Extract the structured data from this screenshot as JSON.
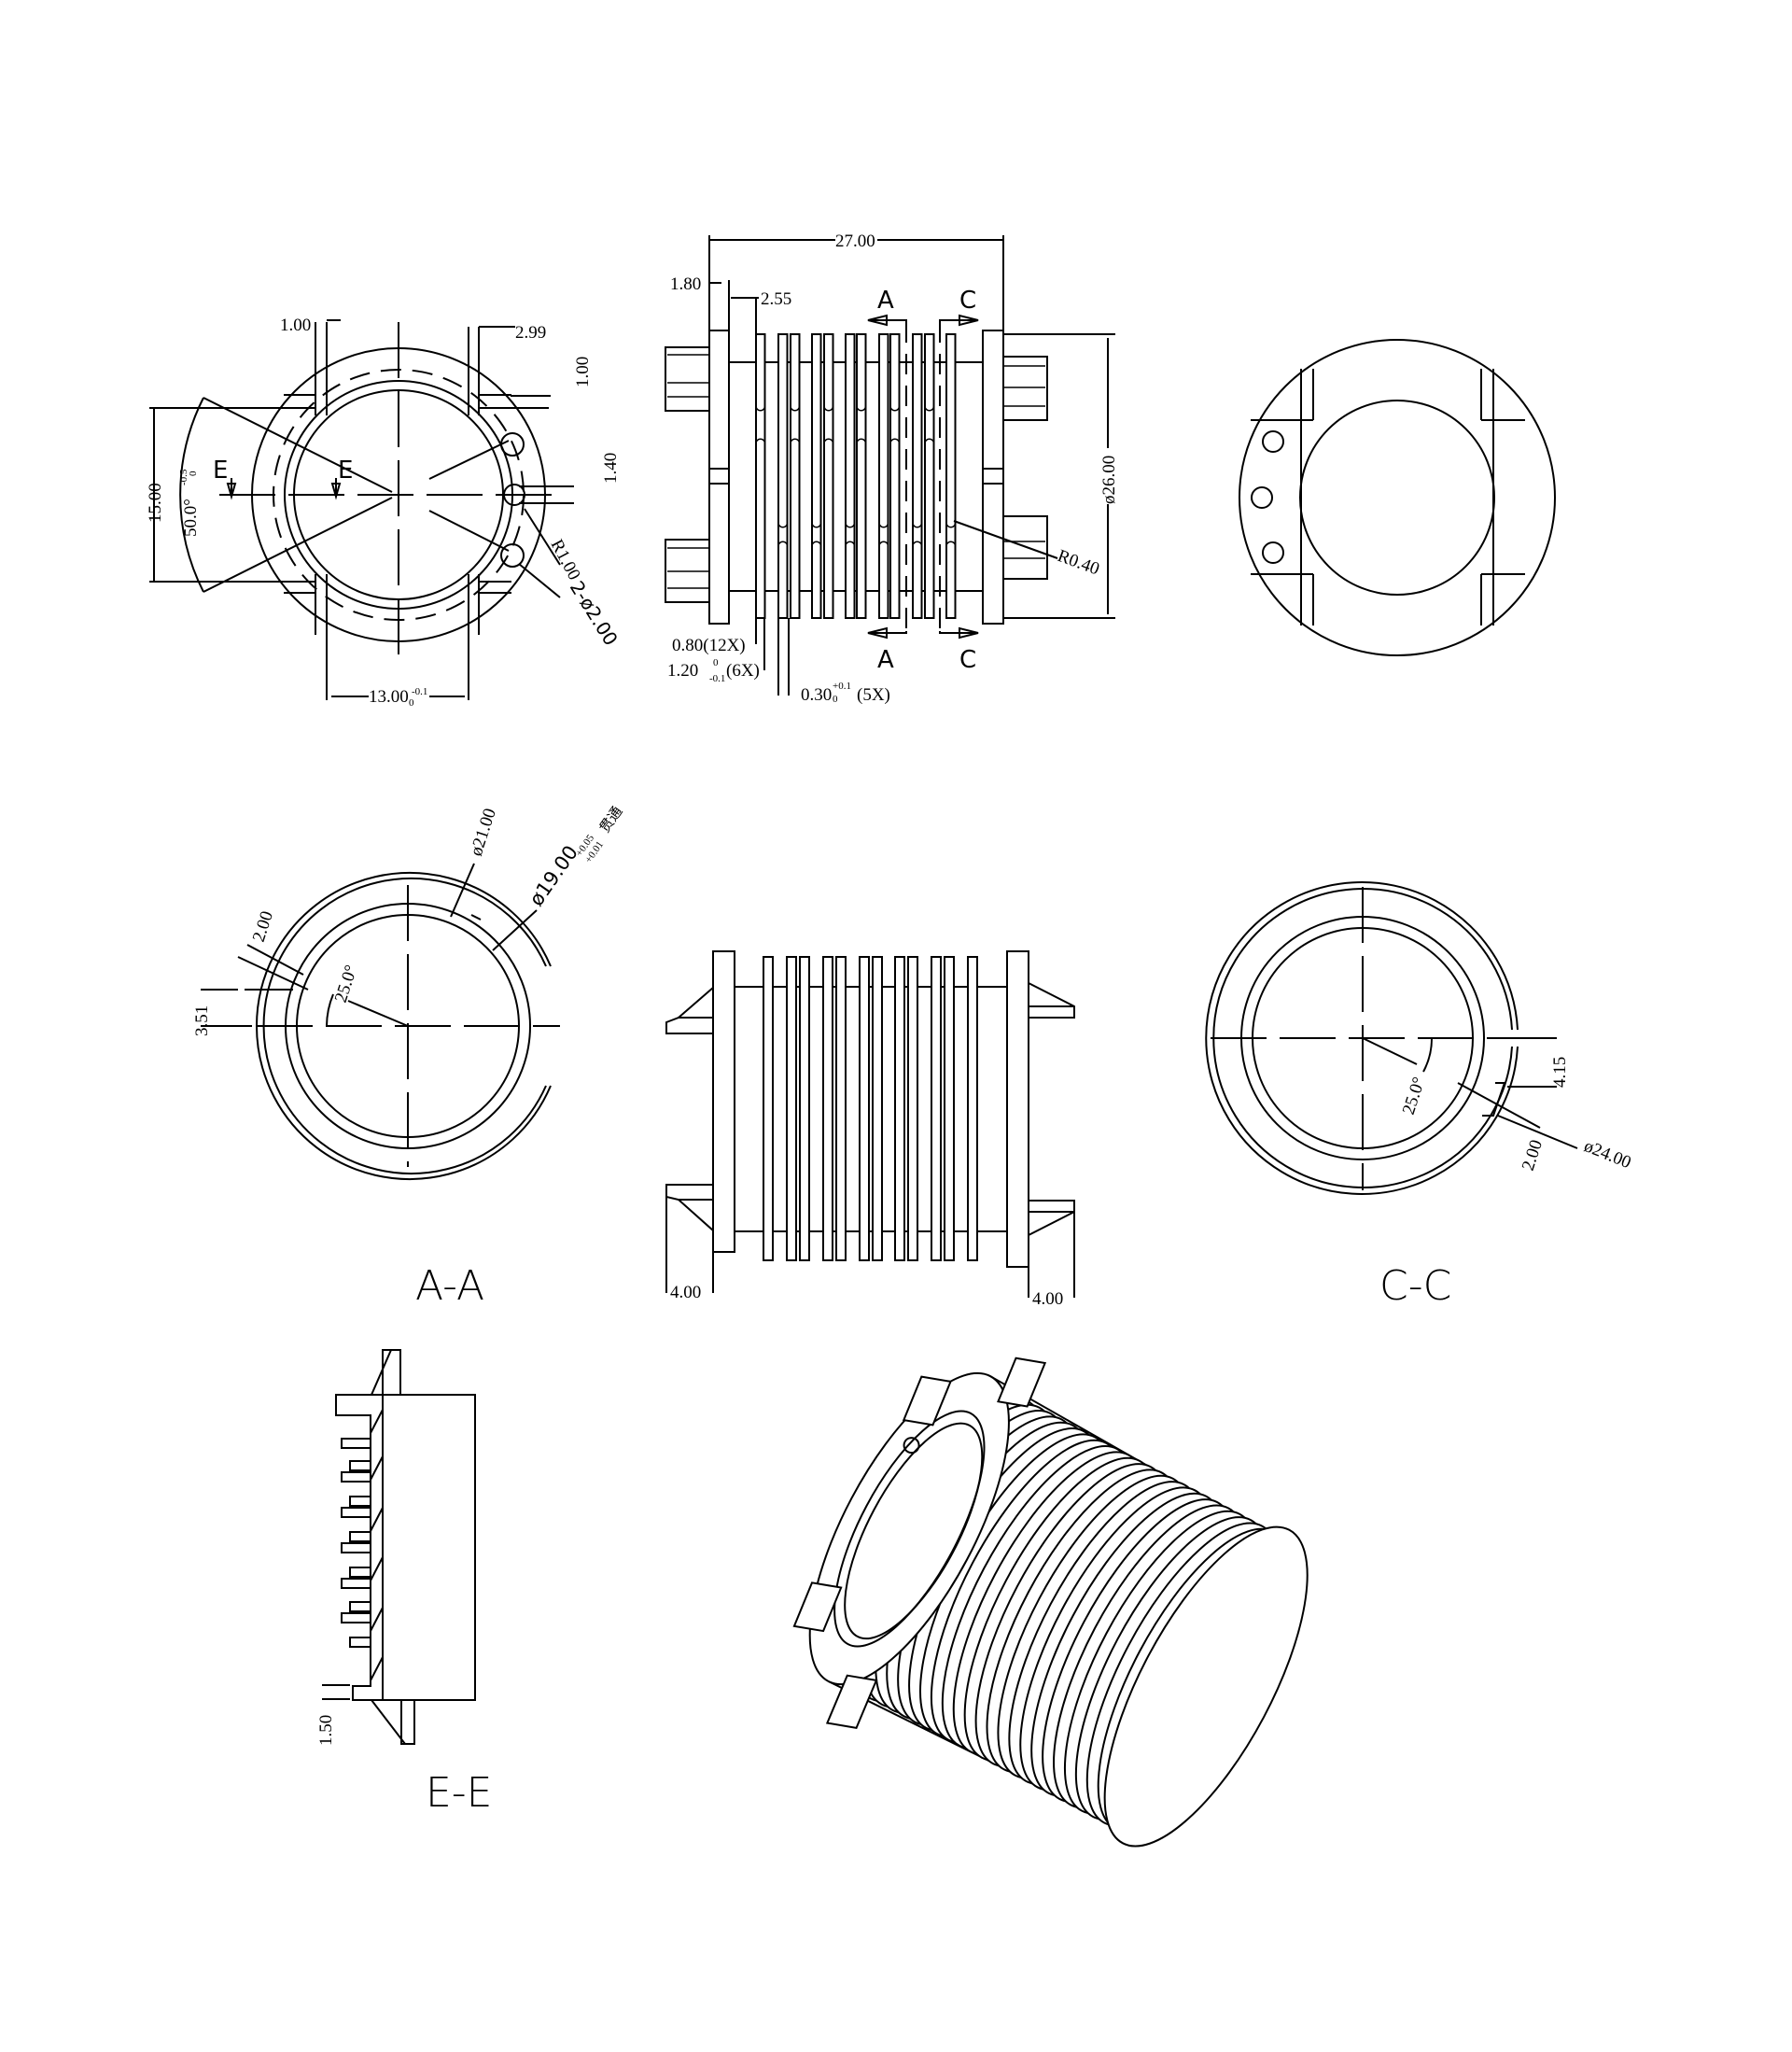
{
  "front_view": {
    "dim_slot_width": "1.00",
    "dim_tab_width": "2.99",
    "dim_tab_depth": "1.00",
    "dim_height": "15.00",
    "dim_angle": "50.0°",
    "dim_angle_tol_upper": "-0.5",
    "dim_angle_tol_lower": "0",
    "dim_notch": "1.40",
    "dim_radius": "R1.00",
    "dim_holes": "2-ø2.00",
    "dim_width": "13.00",
    "dim_width_tol_upper": "-0.1",
    "dim_width_tol_lower": "0",
    "section_mark_left": "E",
    "section_mark_right": "E"
  },
  "side_view": {
    "dim_length": "27.00",
    "dim_flange": "1.80",
    "dim_first_rib": "2.55",
    "dim_diameter": "ø26.00",
    "dim_radius": "R0.40",
    "dim_rib": "0.80(12X)",
    "dim_gap": "1.20",
    "dim_gap_tol_upper": "0",
    "dim_gap_tol_lower": "-0.1",
    "dim_gap_count": "(6X)",
    "dim_slot": "0.30",
    "dim_slot_tol_upper": "+0.1",
    "dim_slot_tol_lower": "0",
    "dim_slot_count": "(5X)",
    "section_a": "A",
    "section_c": "C",
    "rib_count": 12
  },
  "section_aa": {
    "title": "A-A",
    "dim_outer": "ø21.00",
    "dim_bore": "ø19.00",
    "dim_bore_tol_upper": "+0.05",
    "dim_bore_tol_lower": "+0.01",
    "dim_bore_note": "贯通",
    "dim_slot": "2.00",
    "dim_offset": "3.51",
    "dim_angle": "25.0°"
  },
  "middle_view": {
    "dim_left_tab": "4.00",
    "dim_right_tab": "4.00",
    "rib_count": 12
  },
  "section_cc": {
    "title": "C-C",
    "dim_offset": "4.15",
    "dim_angle": "25.0°",
    "dim_slot": "2.00",
    "dim_outer": "ø24.00"
  },
  "section_ee": {
    "title": "E-E",
    "dim_flange": "1.50"
  }
}
